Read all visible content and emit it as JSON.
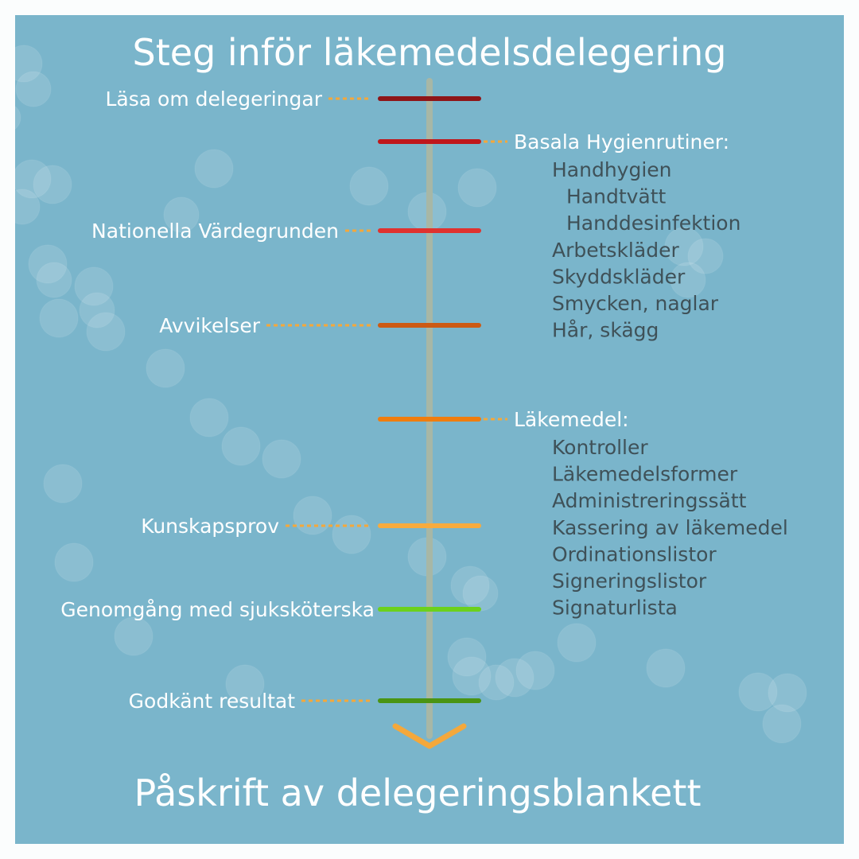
{
  "title": "Steg inför läkemedelsdelegering",
  "footer": "Påskrift av delegeringsblankett",
  "colors": {
    "background": "#7ab5cb",
    "spine": "#a7b7a6",
    "leader": "#f4a83b",
    "arrow": "#f4a83b",
    "left_text": "#ffffff",
    "right_heading": "#ffffff",
    "right_sub": "#3f5158"
  },
  "steps_left": [
    {
      "label": "Läsa om delegeringar",
      "color": "#8e1518"
    },
    {
      "label": "Nationella Värdegrunden",
      "color": "#e0322f"
    },
    {
      "label": "Avvikelser",
      "color": "#cc5a14"
    },
    {
      "label": "Kunskapsprov",
      "color": "#f7ab3e"
    },
    {
      "label": "Genomgång med sjuksköterska",
      "color": "#6cd11c"
    },
    {
      "label": "Godkänt resultat",
      "color": "#4a9413"
    }
  ],
  "steps_right": [
    {
      "heading": "Basala Hygienrutiner:",
      "color": "#c0171b",
      "items": [
        {
          "text": "Handhygien",
          "level": 1
        },
        {
          "text": "Handtvätt",
          "level": 2
        },
        {
          "text": "Handdesinfektion",
          "level": 2
        },
        {
          "text": "Arbetskläder",
          "level": 1
        },
        {
          "text": "Skyddskläder",
          "level": 1
        },
        {
          "text": "Smycken, naglar",
          "level": 1
        },
        {
          "text": "Hår, skägg",
          "level": 1
        }
      ]
    },
    {
      "heading": "Läkemedel:",
      "color": "#f07d0e",
      "items": [
        {
          "text": "Kontroller",
          "level": 1
        },
        {
          "text": "Läkemedelsformer",
          "level": 1
        },
        {
          "text": "Administreringssätt",
          "level": 1
        },
        {
          "text": "Kassering av läkemedel",
          "level": 1
        },
        {
          "text": "Ordinationslistor",
          "level": 1
        },
        {
          "text": "Signeringslistor",
          "level": 1
        },
        {
          "text": "Signaturlista",
          "level": 1
        }
      ]
    }
  ]
}
